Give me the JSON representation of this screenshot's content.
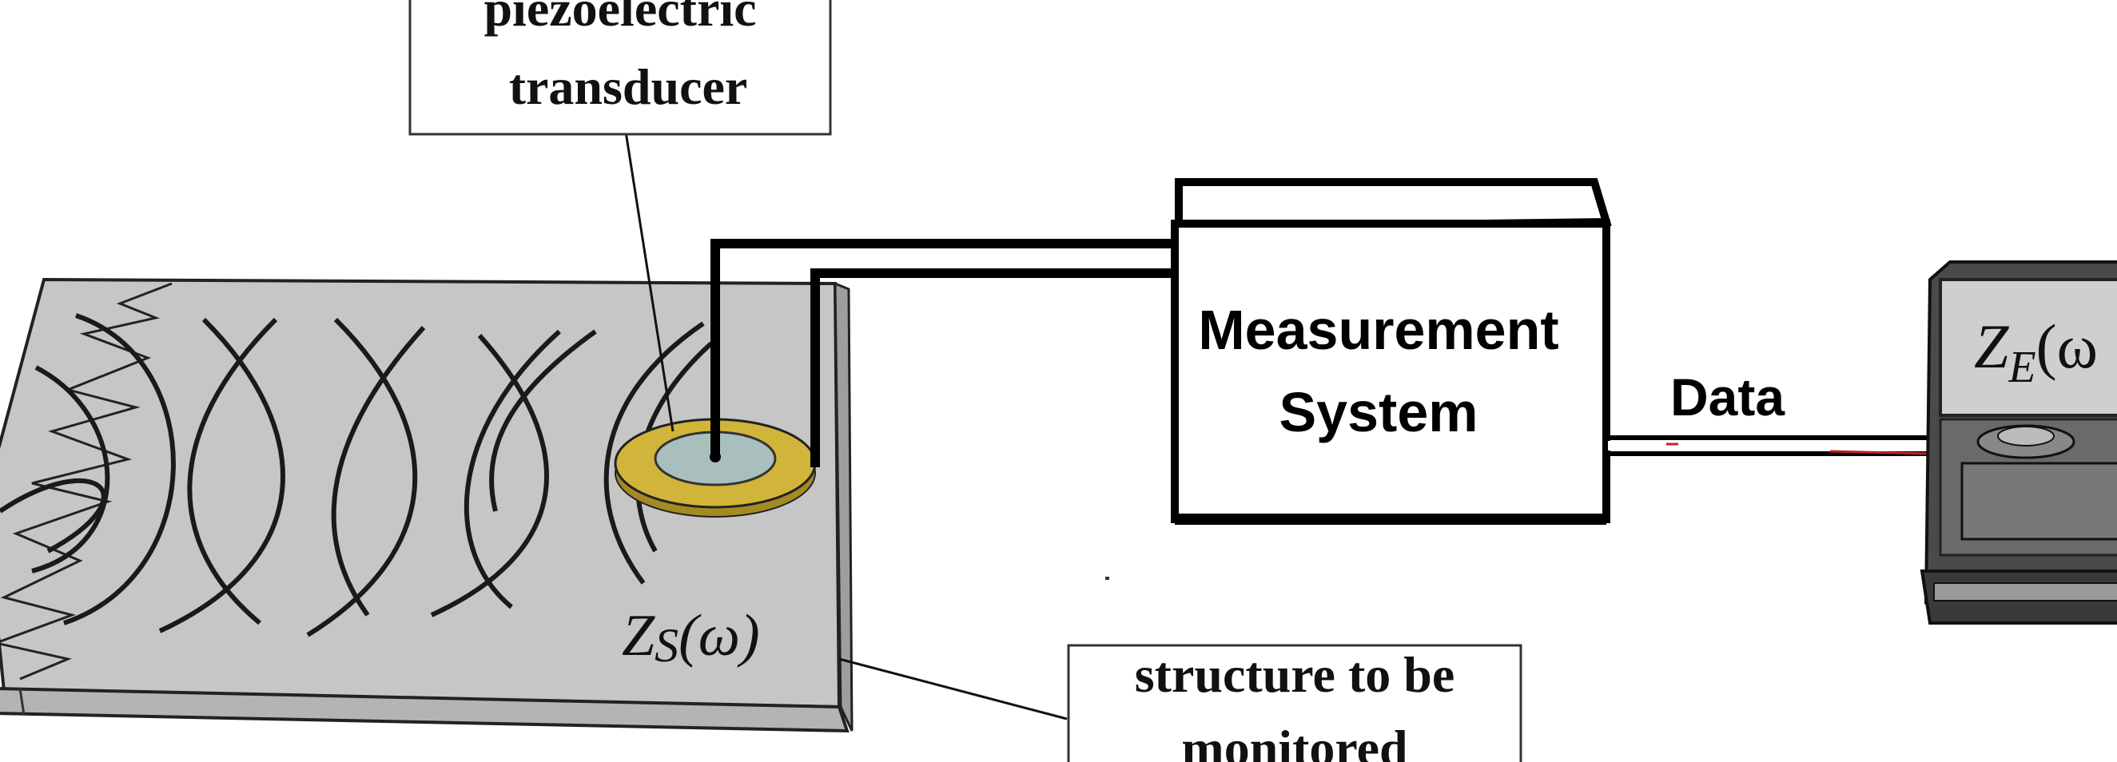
{
  "labels": {
    "transducer_line1": "piezoelectric",
    "transducer_line2": "transducer",
    "measurement_line1": "Measurement",
    "measurement_line2": "System",
    "data_label": "Data",
    "structure_line1": "structure to be",
    "structure_line2": "monitored",
    "zs_main": "Z",
    "zs_sub": "S",
    "zs_arg": "(ω)",
    "ze_main": "Z",
    "ze_sub": "E",
    "ze_arg": "(ω"
  },
  "colors": {
    "plate_top": "#c6c6c6",
    "plate_edge": "#a9a9a9",
    "disc_gold": "#d1b43a",
    "disc_center": "#a9bfbd",
    "cable": "#000000",
    "analyzer_body": "#4a4a4a",
    "analyzer_screen": "#cfcfcf",
    "data_line_accent": "#c0202a"
  },
  "icons": {
    "transducer": "piezo-disc-icon",
    "analyzer": "impedance-analyzer-icon"
  }
}
